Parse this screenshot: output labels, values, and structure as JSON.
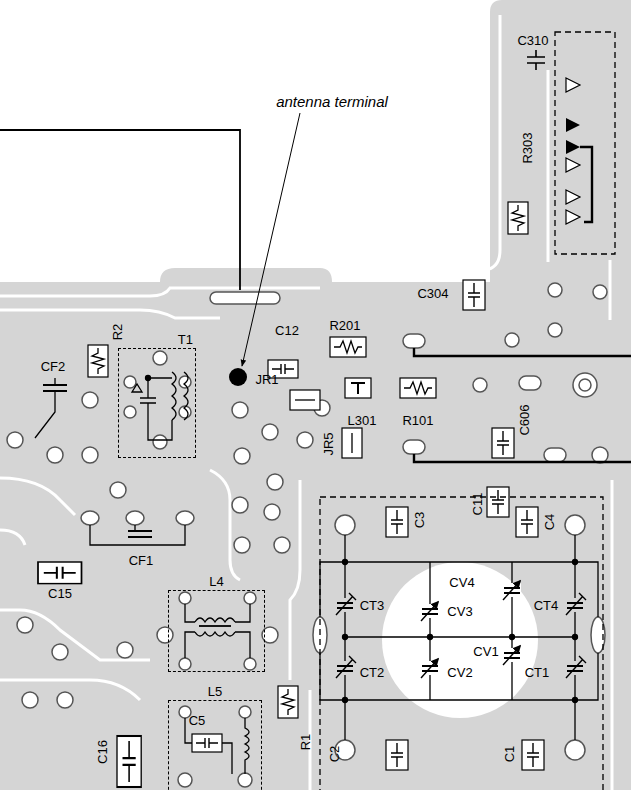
{
  "diagram": {
    "nodes": [
      {
        "text": [
          "T1"
        ]
      },
      {
        "text": [
          "L4"
        ]
      },
      {
        "text": [
          "L5"
        ]
      }
    ],
    "labels": [
      "antenna terminal",
      "C310",
      "R303",
      "C304",
      "R201",
      "C12",
      "CF2",
      "R2",
      "JR1",
      "L301",
      "R101",
      "C606",
      "JR5",
      "C11",
      "C3",
      "C4",
      "CF1",
      "C15",
      "CT3",
      "CV3",
      "CV4",
      "CT4",
      "CV1",
      "CT2",
      "CV2",
      "CT1",
      "C16",
      "C5",
      "R1",
      "C2",
      "C1"
    ]
  }
}
